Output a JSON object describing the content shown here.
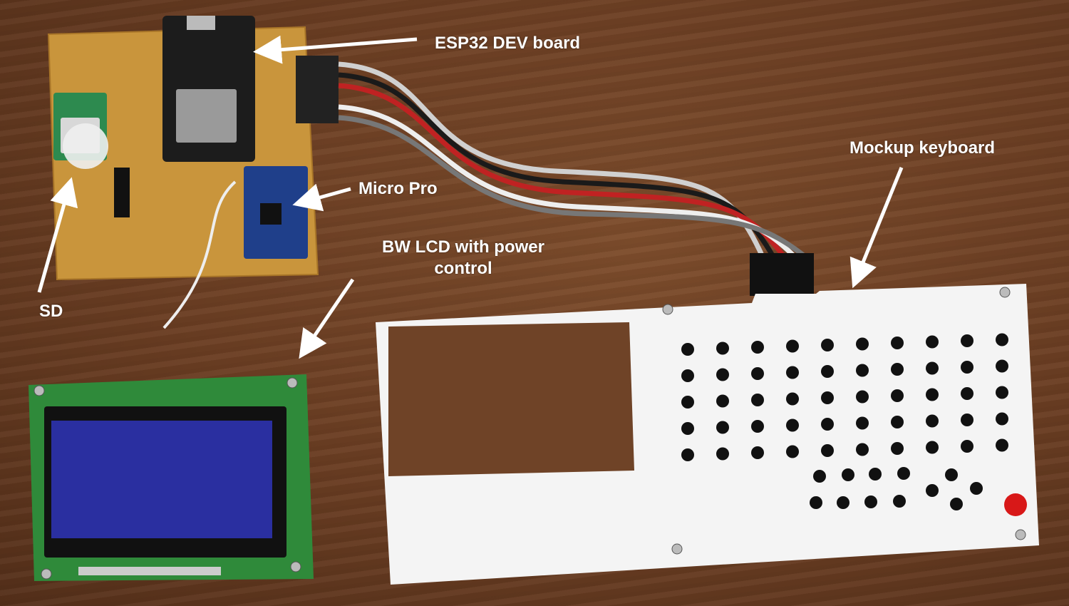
{
  "annotations": {
    "esp32": "ESP32 DEV board",
    "micro_pro": "Micro Pro",
    "keyboard": "Mockup keyboard",
    "lcd_line1": "BW LCD with power",
    "lcd_line2": "control",
    "sd": "SD"
  },
  "colors": {
    "label": "#ffffff",
    "wood": "#6a3d22",
    "perfboard": "#c9953c",
    "esp32_board": "#1c1c1c",
    "micro_pro_board": "#1f3f8a",
    "lcd_pcb": "#2f8a3a",
    "lcd_screen": "#2a2fa0",
    "panel": "#f4f4f4",
    "red_button": "#d81818"
  }
}
